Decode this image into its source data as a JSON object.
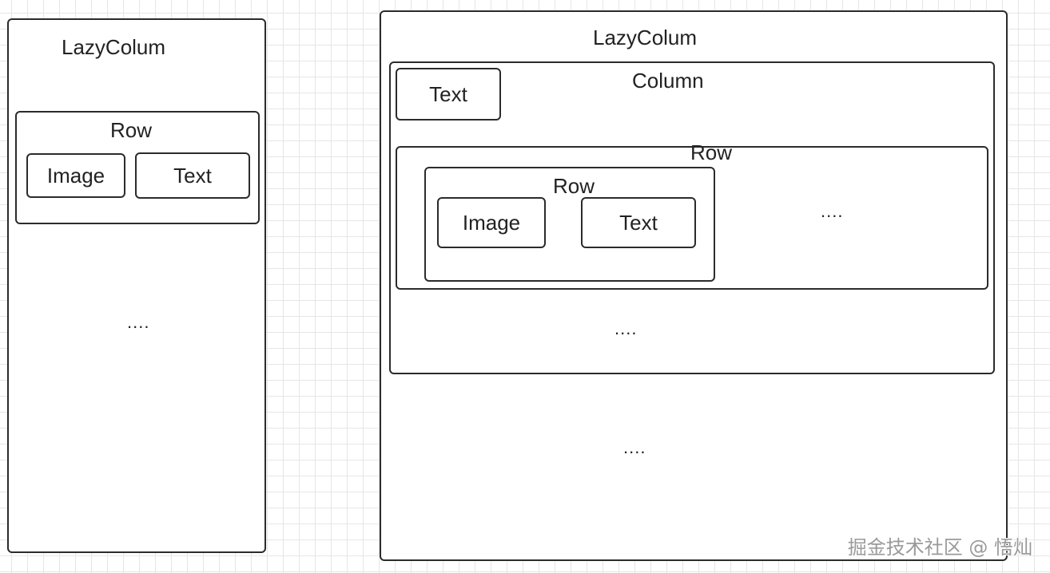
{
  "left_diagram": {
    "container_label": "LazyColum",
    "row_label": "Row",
    "image_label": "Image",
    "text_label": "Text",
    "ellipsis": "...."
  },
  "right_diagram": {
    "container_label": "LazyColum",
    "column_label": "Column",
    "column_text_label": "Text",
    "outer_row_label": "Row",
    "inner_row_label": "Row",
    "image_label": "Image",
    "text_label": "Text",
    "row_ellipsis": "....",
    "column_ellipsis": "....",
    "container_ellipsis": "...."
  },
  "watermark": "掘金技术社区 @ 悟灿"
}
